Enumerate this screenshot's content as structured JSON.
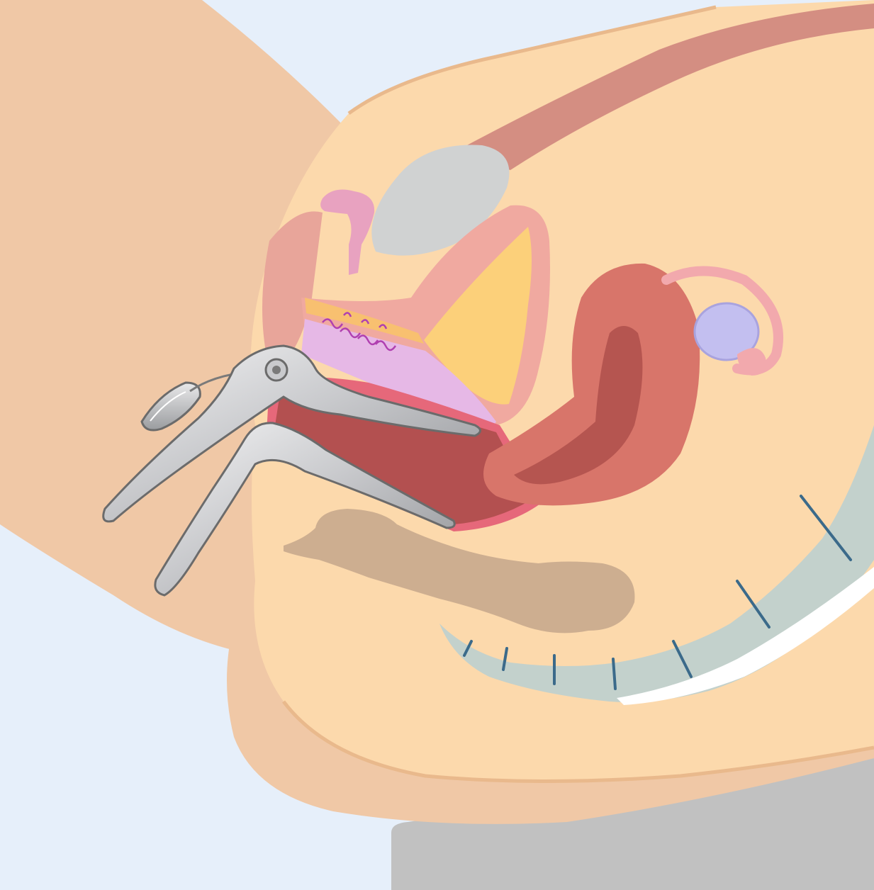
{
  "diagram": {
    "labels_present": false,
    "structures": [
      "background",
      "examination-table",
      "thigh",
      "buttock",
      "pelvis-body",
      "abdominal-wall",
      "bladder",
      "urethra",
      "uterus",
      "uterine-cavity",
      "ovary",
      "fallopian-tube",
      "vagina",
      "cervix",
      "rectum",
      "bowel",
      "spine",
      "vertebral-discs",
      "speculum",
      "speculum-upper-blade",
      "speculum-lower-blade",
      "speculum-screw",
      "speculum-clip",
      "speculum-wire"
    ]
  },
  "colors": {
    "background": "#e6effa",
    "skin": "#f0c8a6",
    "body_interior": "#fcd9ac",
    "abdominal_wall": "#d48e82",
    "bladder": "#f0a9a0",
    "bladder_lumen": "#fcd07a",
    "uterus": "#d8756a",
    "uterine_cavity": "#b55550",
    "vagina": "#b35050",
    "vagina_wall": "#e6687a",
    "ovary": "#c3bff0",
    "tube": "#f2a9ad",
    "rectum_tissue": "#e6b8e6",
    "bowel": "#cdae90",
    "spine": "#c3d1cc",
    "spine_lines": "#3b6a8a",
    "speculum_metal": "#c9cacd",
    "speculum_outline": "#6b6b6b",
    "table": "#c1c1c1",
    "gray_organ": "#d0d2d2",
    "pink_organ": "#e8a2c0"
  }
}
